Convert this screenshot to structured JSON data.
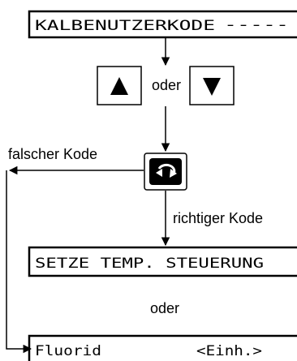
{
  "display_1": {
    "text": "KALBENUTZERKODE",
    "dashes": "-----"
  },
  "buttons": {
    "up_icon": "triangle-up-icon",
    "down_icon": "triangle-down-icon",
    "enter_icon": "enter-loop-icon"
  },
  "connector_or_1": "oder",
  "branch_wrong": "falscher Kode",
  "branch_right": "richtiger Kode",
  "display_2": {
    "text": "SETZE TEMP. STEUERUNG"
  },
  "connector_or_2": "oder",
  "display_3": {
    "left": "Fluorid",
    "right": "<Einh.>"
  }
}
